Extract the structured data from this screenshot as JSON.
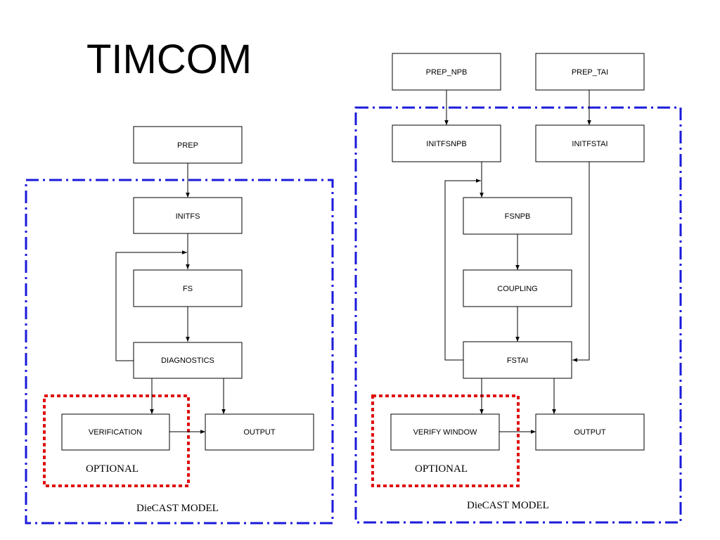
{
  "title": "TIMCOM",
  "colors": {
    "model_frame": "#1a1adb",
    "optional_frame": "#e01010"
  },
  "left_diagram": {
    "prep": "PREP",
    "initfs": "INITFS",
    "fs": "FS",
    "diagnostics": "DIAGNOSTICS",
    "verification": "VERIFICATION",
    "output": "OUTPUT",
    "optional_label": "OPTIONAL",
    "model_label": "DieCAST MODEL"
  },
  "right_diagram": {
    "prep_npb": "PREP_NPB",
    "prep_tai": "PREP_TAI",
    "initfsnpb": "INITFSNPB",
    "initfstai": "INITFSTAI",
    "fsnpb": "FSNPB",
    "coupling": "COUPLING",
    "fstai": "FSTAI",
    "verify_window": "VERIFY WINDOW",
    "output": "OUTPUT",
    "optional_label": "OPTIONAL",
    "model_label": "DieCAST MODEL"
  }
}
